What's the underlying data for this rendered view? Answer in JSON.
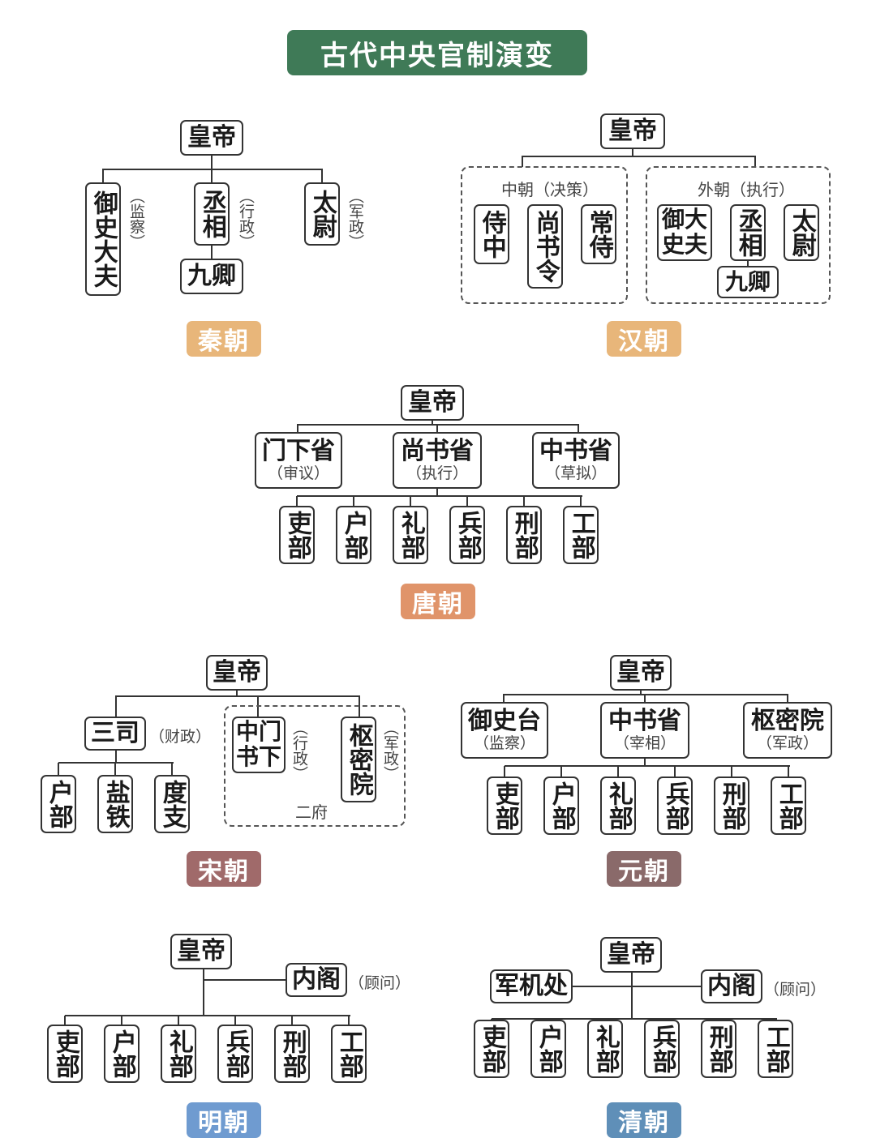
{
  "title": "古代中央官制演变",
  "qin": {
    "emperor": "皇帝",
    "yushi": "御史大夫",
    "yushi_note": "（监察）",
    "chengxiang": "丞相",
    "chengxiang_note": "（行政）",
    "taiwei": "太尉",
    "taiwei_note": "（军政）",
    "jiuqing": "九卿",
    "label": "秦朝",
    "color": "#e8b67a"
  },
  "han": {
    "emperor": "皇帝",
    "inner": "中朝（决策）",
    "outer": "外朝（执行）",
    "shizhong": "侍中",
    "shangshuling": "尚书令",
    "changshi": "常侍",
    "yushi": "御大史夫",
    "chengxiang": "丞相",
    "taiwei": "太尉",
    "jiuqing": "九卿",
    "label": "汉朝",
    "color": "#e8b67a"
  },
  "tang": {
    "emperor": "皇帝",
    "menxia": "门下省",
    "menxia_note": "（审议）",
    "shangshu": "尚书省",
    "shangshu_note": "（执行）",
    "zhongshu": "中书省",
    "zhongshu_note": "（草拟）",
    "bu": [
      "吏部",
      "户部",
      "礼部",
      "兵部",
      "刑部",
      "工部"
    ],
    "label": "唐朝",
    "color": "#e0946a"
  },
  "song": {
    "emperor": "皇帝",
    "sansi": "三司",
    "sansi_note": "（财政）",
    "zhongshumenxia": "中门书下",
    "zhongshumenxia_note": "（行政）",
    "shumiyuan": "枢密院",
    "shumiyuan_note": "（军政）",
    "erfu": "二府",
    "sub": [
      "户部",
      "盐铁",
      "度支"
    ],
    "label": "宋朝",
    "color": "#a06a6a"
  },
  "yuan": {
    "emperor": "皇帝",
    "yushitai": "御史台",
    "yushitai_note": "（监察）",
    "zhongshu": "中书省",
    "zhongshu_note": "（宰相）",
    "shumiyuan": "枢密院",
    "shumiyuan_note": "（军政）",
    "bu": [
      "吏部",
      "户部",
      "礼部",
      "兵部",
      "刑部",
      "工部"
    ],
    "label": "元朝",
    "color": "#8a6a6a"
  },
  "ming": {
    "emperor": "皇帝",
    "neige": "内阁",
    "neige_note": "（顾问）",
    "bu": [
      "吏部",
      "户部",
      "礼部",
      "兵部",
      "刑部",
      "工部"
    ],
    "label": "明朝",
    "color": "#6f9bd0"
  },
  "qing": {
    "emperor": "皇帝",
    "junjichu": "军机处",
    "neige": "内阁",
    "neige_note": "（顾问）",
    "bu": [
      "吏部",
      "户部",
      "礼部",
      "兵部",
      "刑部",
      "工部"
    ],
    "label": "清朝",
    "color": "#5f8fb8"
  }
}
